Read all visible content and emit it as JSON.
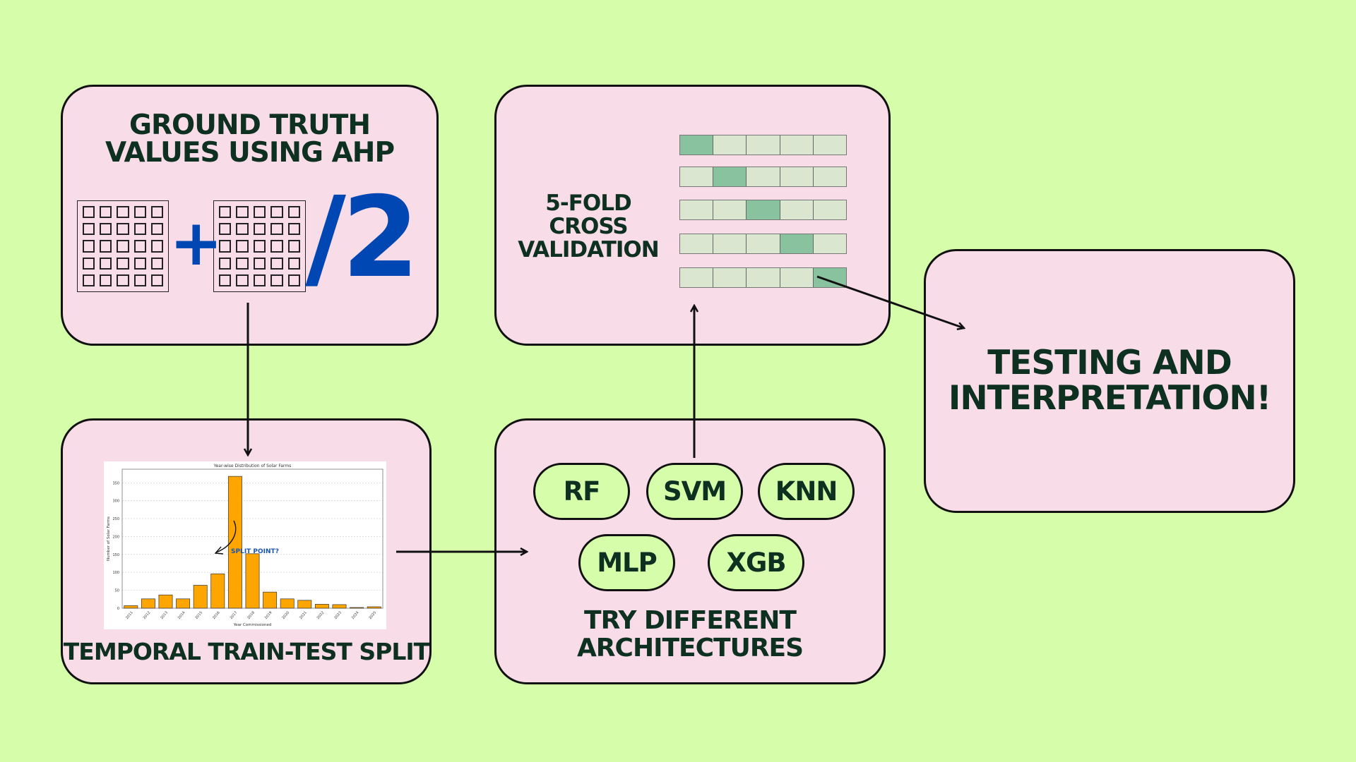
{
  "ground_truth": {
    "title_line1": "GROUND TRUTH",
    "title_line2": "VALUES USING AHP",
    "plus": "+",
    "divide": "/2",
    "accent": "#0047b3"
  },
  "temporal_split": {
    "label": "TEMPORAL TRAIN-TEST SPLIT"
  },
  "cross_validation": {
    "line1": "5-FOLD",
    "line2": "CROSS",
    "line3": "VALIDATION",
    "folds": 5,
    "fold_color": "#dae6cf",
    "test_fold_color": "#88c29e"
  },
  "architectures": {
    "models": [
      "RF",
      "SVM",
      "KNN",
      "MLP",
      "XGB"
    ],
    "label_line1": "TRY DIFFERENT",
    "label_line2": "ARCHITECTURES"
  },
  "testing": {
    "line1": "TESTING AND",
    "line2": "INTERPRETATION!"
  },
  "chart_data": {
    "type": "bar",
    "title": "Year-wise Distribution of Solar Farms",
    "xlabel": "Year Commissioned",
    "ylabel": "Number of Solar Farms",
    "categories": [
      "2011",
      "2012",
      "2013",
      "2014",
      "2015",
      "2016",
      "2017",
      "2018",
      "2019",
      "2020",
      "2021",
      "2022",
      "2023",
      "2024",
      "2025"
    ],
    "values": [
      7,
      26,
      37,
      26,
      64,
      96,
      368,
      152,
      45,
      26,
      22,
      11,
      10,
      2,
      4
    ],
    "ylim": [
      0,
      388
    ],
    "yticks": [
      0,
      50,
      100,
      150,
      200,
      250,
      300,
      350
    ],
    "grid": true,
    "bar_color": "#ffa500",
    "annotation": "SPLIT POINT?",
    "annotation_color": "#1a56b0"
  }
}
